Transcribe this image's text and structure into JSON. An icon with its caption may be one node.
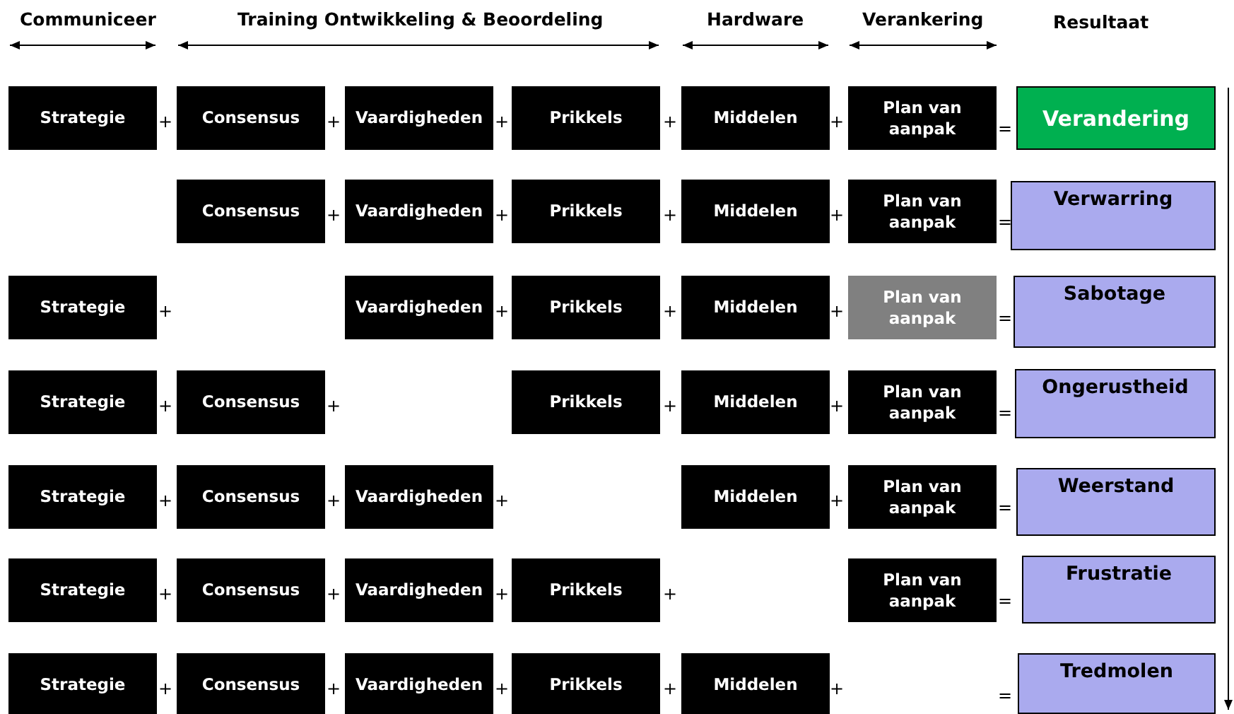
{
  "diagram": {
    "nodes": [
      {
        "text": [
          "Strategie"
        ]
      },
      {
        "text": [
          "Consensus"
        ]
      },
      {
        "text": [
          "Vaardigheden"
        ]
      },
      {
        "text": [
          "Prikkels"
        ]
      },
      {
        "text": [
          "Middelen"
        ]
      },
      {
        "text": [
          "Plan van aanpak"
        ]
      },
      {
        "text": [
          "Verandering"
        ]
      },
      {
        "text": [
          "Consensus"
        ]
      },
      {
        "text": [
          "Vaardigheden"
        ]
      },
      {
        "text": [
          "Prikkels"
        ]
      },
      {
        "text": [
          "Middelen"
        ]
      },
      {
        "text": [
          "Plan van aanpak"
        ]
      },
      {
        "text": [
          "Verwarring"
        ]
      },
      {
        "text": [
          "Strategie"
        ]
      },
      {
        "text": [
          "Vaardigheden"
        ]
      },
      {
        "text": [
          "Prikkels"
        ]
      },
      {
        "text": [
          "Middelen"
        ]
      },
      {
        "text": [
          "Plan van aanpak"
        ]
      },
      {
        "text": [
          "Sabotage"
        ]
      },
      {
        "text": [
          "Strategie"
        ]
      },
      {
        "text": [
          "Consensus"
        ]
      },
      {
        "text": [
          "Prikkels"
        ]
      },
      {
        "text": [
          "Middelen"
        ]
      },
      {
        "text": [
          "Plan van aanpak"
        ]
      },
      {
        "text": [
          "Ongerustheid"
        ]
      },
      {
        "text": [
          "Strategie"
        ]
      },
      {
        "text": [
          "Consensus"
        ]
      },
      {
        "text": [
          "Vaardigheden"
        ]
      },
      {
        "text": [
          "Middelen"
        ]
      },
      {
        "text": [
          "Plan van aanpak"
        ]
      },
      {
        "text": [
          "Weerstand"
        ]
      },
      {
        "text": [
          "Strategie"
        ]
      },
      {
        "text": [
          "Consensus"
        ]
      },
      {
        "text": [
          "Vaardigheden"
        ]
      },
      {
        "text": [
          "Prikkels"
        ]
      },
      {
        "text": [
          "Plan van aanpak"
        ]
      },
      {
        "text": [
          "Frustratie"
        ]
      },
      {
        "text": [
          "Strategie"
        ]
      },
      {
        "text": [
          "Consensus"
        ]
      },
      {
        "text": [
          "Vaardigheden"
        ]
      },
      {
        "text": [
          "Prikkels"
        ]
      },
      {
        "text": [
          "Middelen"
        ]
      },
      {
        "text": [
          "Tredmolen"
        ]
      }
    ],
    "edges": [],
    "labels": [
      "Communiceer",
      "Training Ontwikkeling & Beoordeling",
      "Hardware",
      "Verankering",
      "Resultaat",
      "+",
      "+",
      "+",
      "+",
      "+",
      "=",
      "+",
      "+",
      "+",
      "+",
      "=",
      "+",
      "+",
      "+",
      "+",
      "=",
      "+",
      "+",
      "+",
      "+",
      "=",
      "+",
      "+",
      "+",
      "+",
      "=",
      "+",
      "+",
      "+",
      "+",
      "=",
      "+",
      "+",
      "+",
      "+",
      "+",
      "="
    ]
  }
}
